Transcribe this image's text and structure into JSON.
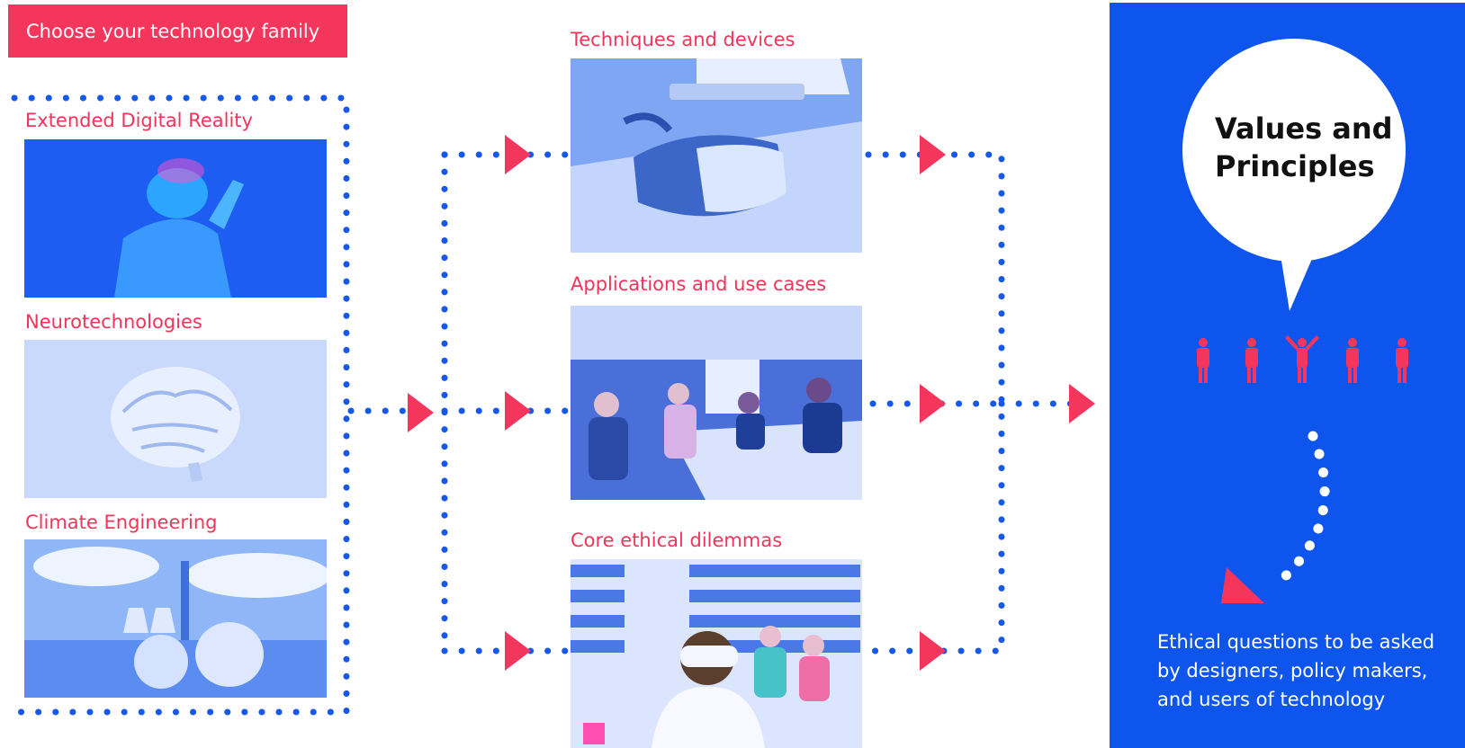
{
  "header": {
    "label": "Choose your technology family"
  },
  "families": [
    {
      "label": "Extended Digital Reality",
      "icon": "vr-person-image"
    },
    {
      "label": "Neurotechnologies",
      "icon": "brain-image"
    },
    {
      "label": "Climate Engineering",
      "icon": "power-plant-image"
    }
  ],
  "stages": [
    {
      "label": "Techniques and devices",
      "icon": "vr-headset-image"
    },
    {
      "label": "Applications and use cases",
      "icon": "meeting-room-image"
    },
    {
      "label": "Core ethical dilemmas",
      "icon": "library-vr-image"
    }
  ],
  "panel": {
    "title_line1": "Values and",
    "title_line2": "Principles",
    "description": "Ethical questions to be asked by designers, policy makers, and users of technology"
  },
  "colors": {
    "accent_red": "#f5365c",
    "label_red": "#f0355a",
    "brand_blue": "#0d55ec",
    "dot_blue": "#1558ea"
  }
}
